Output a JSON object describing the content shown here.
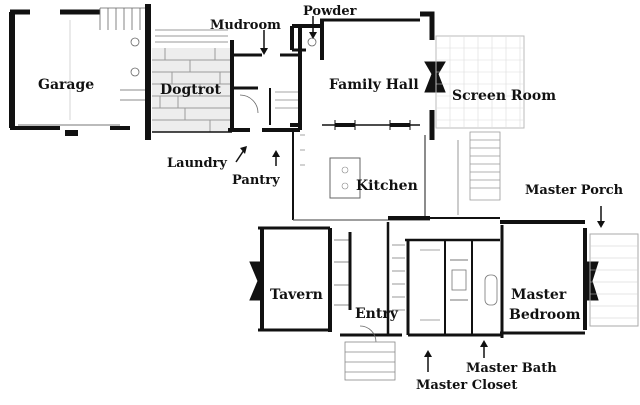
{
  "floor_plan": {
    "rooms": {
      "garage": "Garage",
      "dogtrot": "Dogtrot",
      "mudroom": "Mudroom",
      "powder": "Powder",
      "family_hall": "Family Hall",
      "screen_room": "Screen Room",
      "laundry": "Laundry",
      "pantry": "Pantry",
      "kitchen": "Kitchen",
      "master_porch": "Master Porch",
      "tavern": "Tavern",
      "entry": "Entry",
      "master_bedroom_line1": "Master",
      "master_bedroom_line2": "Bedroom",
      "master_bath": "Master Bath",
      "master_closet": "Master Closet"
    },
    "colors": {
      "wall": "#111111",
      "fixture": "#888888",
      "stone": "#9a9a9a",
      "text": "#111111"
    }
  }
}
